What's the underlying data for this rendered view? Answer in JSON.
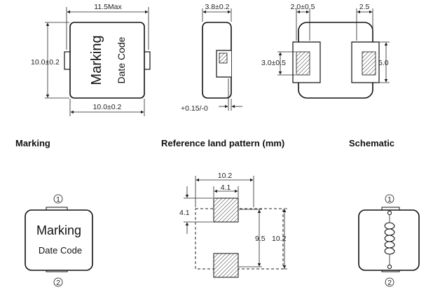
{
  "top_views": {
    "front": {
      "width_max": "11.5Max",
      "height": "10.0±0.2",
      "width": "10.0±0.2",
      "marking": "Marking",
      "date_code": "Date Code"
    },
    "side": {
      "thickness": "3.8±0.2",
      "tolerance": "+0.15/-0"
    },
    "bottom": {
      "pad_width": "2.0±0.5",
      "pad_gap": "2.5",
      "pad_height": "3.0±0.5",
      "pad_span": "5.0"
    }
  },
  "headings": {
    "marking": "Marking",
    "land_pattern": "Reference land pattern (mm)",
    "schematic": "Schematic"
  },
  "marking_view": {
    "pin1": "1",
    "pin2": "2",
    "marking": "Marking",
    "date_code": "Date Code"
  },
  "land_pattern": {
    "overall_width": "10.2",
    "pad_width": "4.1",
    "pad_height": "4.1",
    "pad_spacing": "9.5",
    "overall_height": "10.2"
  },
  "schematic": {
    "pin1": "1",
    "pin2": "2"
  }
}
